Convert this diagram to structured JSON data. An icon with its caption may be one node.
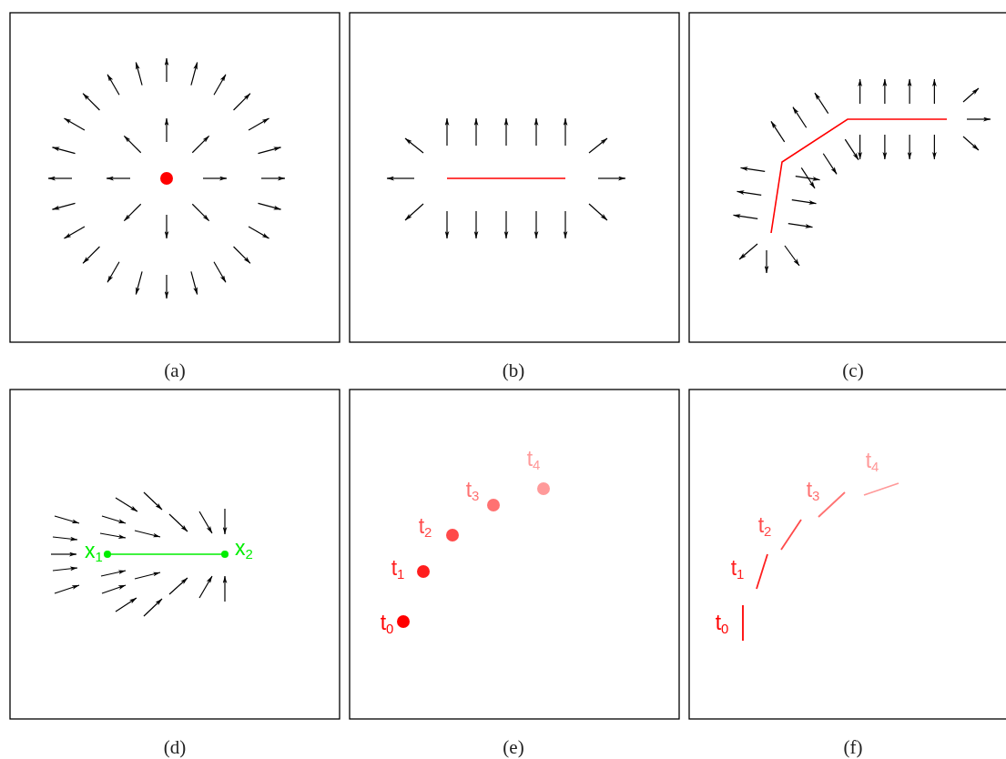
{
  "diagram": {
    "labels": [
      "(a)",
      "(b)",
      "(c)",
      "x$_{1}$",
      "x$_{2}$",
      "t$_{4}$",
      "t$_{3}$",
      "t$_{2}$",
      "t$_{1}$",
      "t$_{0}$",
      "t$_{4}$",
      "t$_{3}$",
      "t$_{2}$",
      "t$_{1}$",
      "t$_{0}$",
      "(d)",
      "(e)",
      "(f)"
    ]
  }
}
